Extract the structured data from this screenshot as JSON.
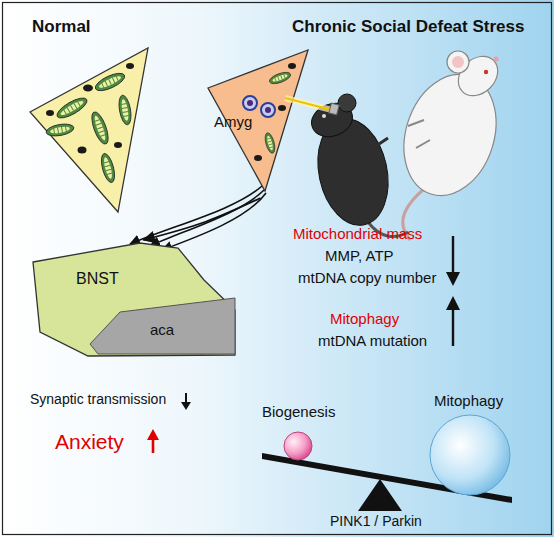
{
  "diagram": {
    "nodes": [
      {
        "text": [
          "Amyg"
        ]
      },
      {
        "text": [
          "BNST"
        ]
      },
      {
        "text": [
          "aca"
        ],
        "in": 1
      },
      {
        "text": [
          "Biogenesis"
        ]
      },
      {
        "text": [
          "Mitophagy"
        ]
      }
    ],
    "edges": [
      {
        "from": 0,
        "to": 1,
        "arrow": "to"
      }
    ],
    "labels": [
      "Normal",
      "Chronic Social Defeat Stress",
      "Mitochondrial mass",
      "MMP, ATP",
      "mtDNA copy number",
      "Mitophagy",
      "mtDNA mutation",
      "Synaptic transmission",
      "Anxiety",
      "PINK1 / Parkin"
    ]
  }
}
